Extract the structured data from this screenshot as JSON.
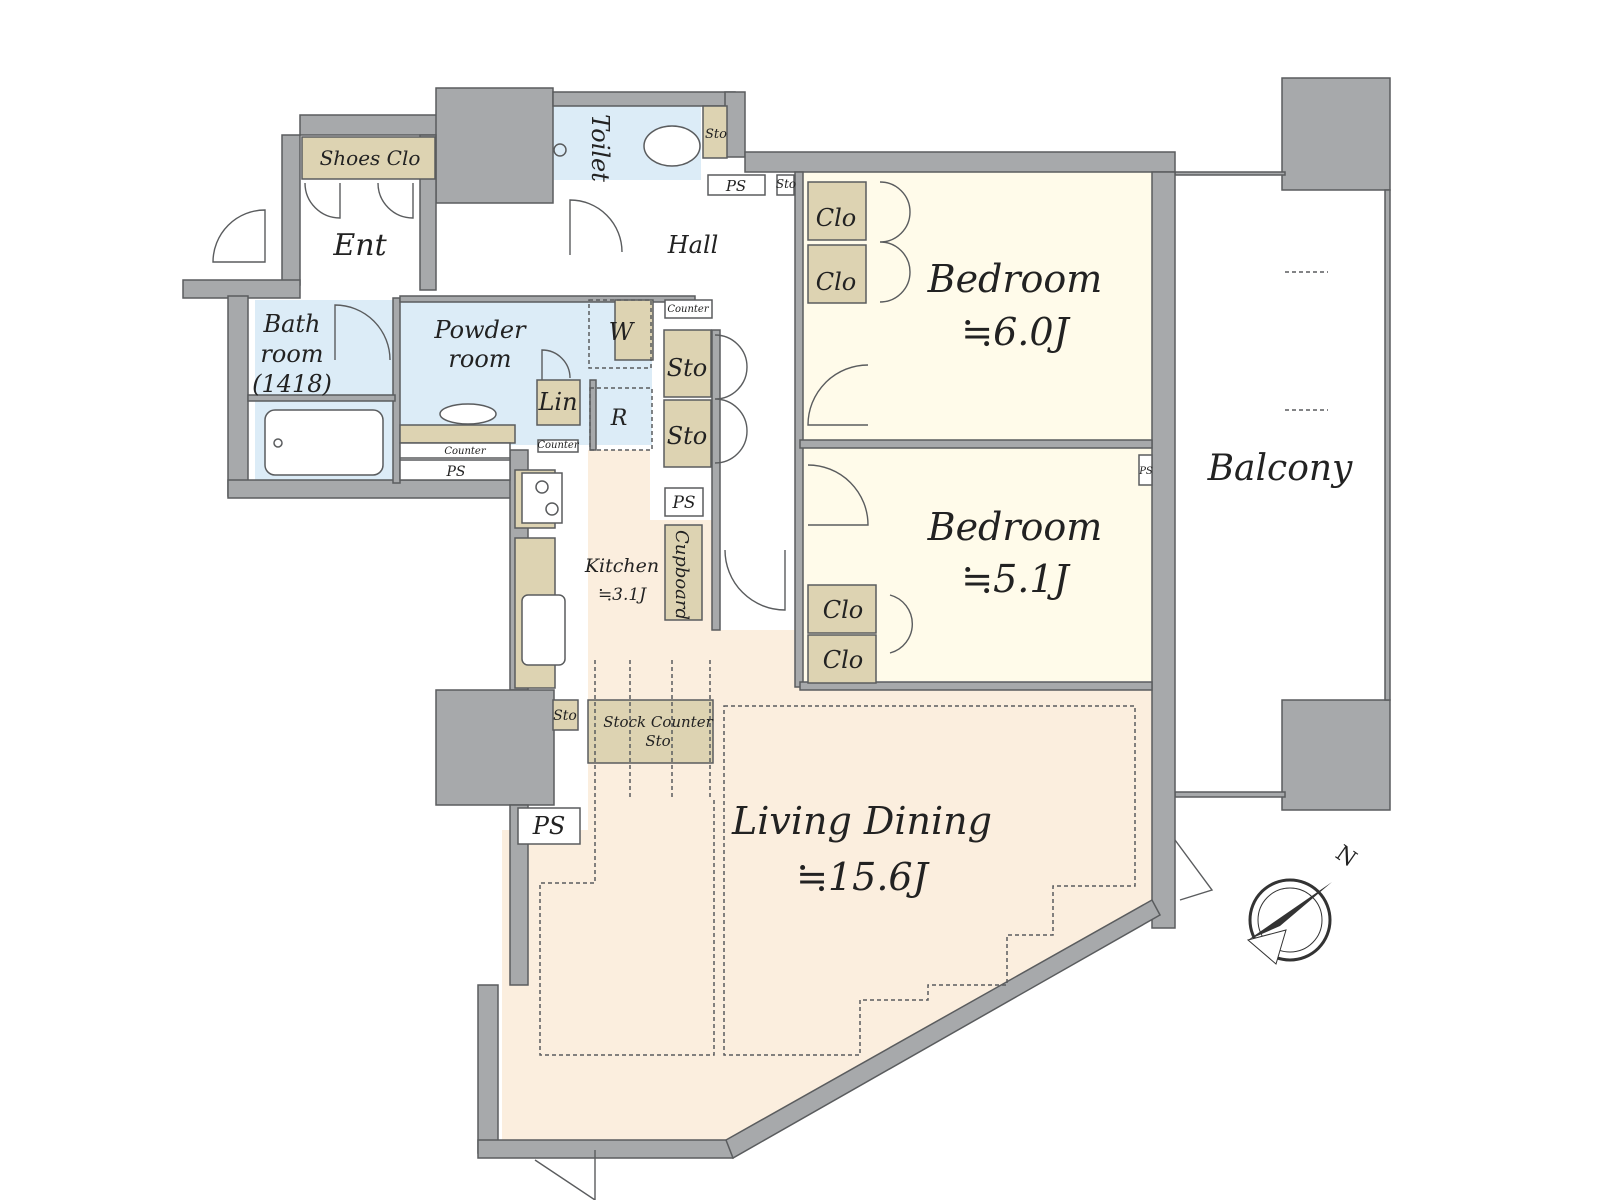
{
  "colors": {
    "wall": "#a7a9ab",
    "wall_edge": "#5a5c5e",
    "bedroom_fill": "#fffbea",
    "living_fill": "#fbeede",
    "wet_fill": "#dcecf7",
    "storage_fill": "#ddd3b2",
    "accent_text": "#222222"
  },
  "rooms": {
    "bedroom1": {
      "name": "Bedroom",
      "size": "≒6.0J"
    },
    "bedroom2": {
      "name": "Bedroom",
      "size": "≒5.1J"
    },
    "living": {
      "name": "Living Dining",
      "size": "≒15.6J"
    },
    "kitchen": {
      "name": "Kitchen",
      "size": "≒3.1J"
    },
    "entrance": {
      "name": "Ent"
    },
    "hall": {
      "name": "Hall"
    },
    "toilet": {
      "name": "Toilet"
    },
    "bath": {
      "line1": "Bath",
      "line2": "room",
      "line3": "(1418)"
    },
    "powder": {
      "line1": "Powder",
      "line2": "room"
    },
    "balcony": {
      "name": "Balcony"
    }
  },
  "storage": {
    "shoes": "Shoes Clo",
    "clo": "Clo",
    "sto": "Sto",
    "lin": "Lin",
    "w": "W",
    "r": "R",
    "ps": "PS",
    "counter": "Counter",
    "cupboard": "Cupboard",
    "stock_counter_line1": "Stock Counter",
    "stock_counter_line2": "Sto"
  },
  "compass": {
    "label": "N",
    "icon": "north-arrow-icon"
  }
}
